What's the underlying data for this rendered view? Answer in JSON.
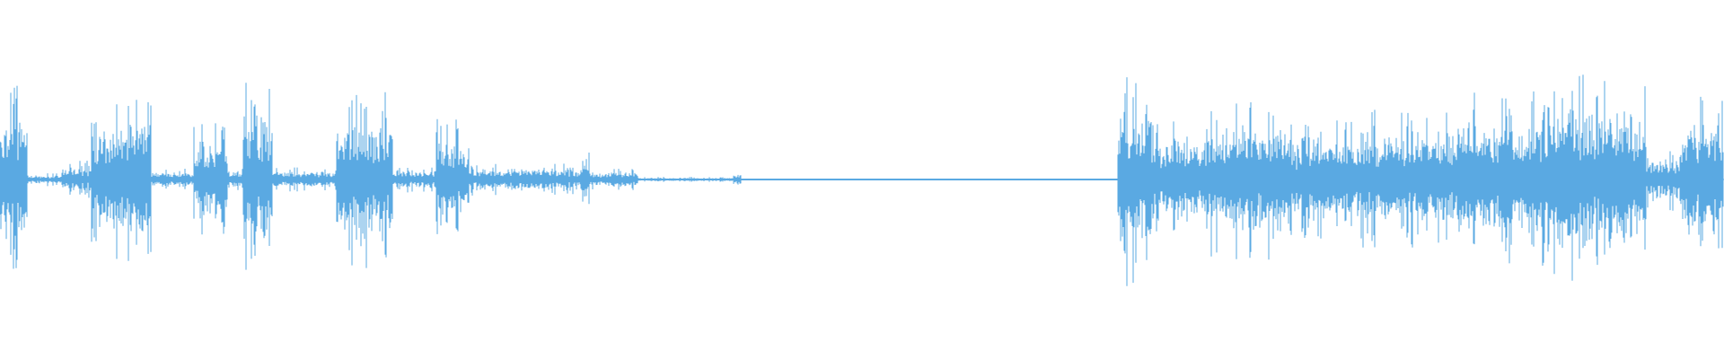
{
  "waveform": {
    "color": "#5aa9e2",
    "background": "#ffffff",
    "duration_px_reference": "full-width",
    "segments": [
      {
        "start": 0.0,
        "end": 0.016,
        "level": 0.7
      },
      {
        "start": 0.016,
        "end": 0.036,
        "level": 0.05
      },
      {
        "start": 0.036,
        "end": 0.053,
        "level": 0.14
      },
      {
        "start": 0.053,
        "end": 0.088,
        "level": 0.62
      },
      {
        "start": 0.088,
        "end": 0.112,
        "level": 0.08
      },
      {
        "start": 0.112,
        "end": 0.132,
        "level": 0.42
      },
      {
        "start": 0.132,
        "end": 0.141,
        "level": 0.08
      },
      {
        "start": 0.141,
        "end": 0.158,
        "level": 0.74
      },
      {
        "start": 0.158,
        "end": 0.195,
        "level": 0.09
      },
      {
        "start": 0.195,
        "end": 0.228,
        "level": 0.66
      },
      {
        "start": 0.228,
        "end": 0.253,
        "level": 0.1
      },
      {
        "start": 0.253,
        "end": 0.272,
        "level": 0.46
      },
      {
        "start": 0.272,
        "end": 0.284,
        "level": 0.12
      },
      {
        "start": 0.284,
        "end": 0.338,
        "level": 0.12
      },
      {
        "start": 0.338,
        "end": 0.342,
        "level": 0.24
      },
      {
        "start": 0.342,
        "end": 0.37,
        "level": 0.08
      },
      {
        "start": 0.37,
        "end": 0.425,
        "level": 0.02
      },
      {
        "start": 0.425,
        "end": 0.43,
        "level": 0.05
      },
      {
        "start": 0.43,
        "end": 0.648,
        "level": 0.006
      },
      {
        "start": 0.648,
        "end": 0.668,
        "level": 0.8
      },
      {
        "start": 0.668,
        "end": 0.7,
        "level": 0.44
      },
      {
        "start": 0.7,
        "end": 0.75,
        "level": 0.6
      },
      {
        "start": 0.75,
        "end": 0.79,
        "level": 0.44
      },
      {
        "start": 0.79,
        "end": 0.845,
        "level": 0.52
      },
      {
        "start": 0.845,
        "end": 0.9,
        "level": 0.66
      },
      {
        "start": 0.9,
        "end": 0.955,
        "level": 0.78
      },
      {
        "start": 0.955,
        "end": 0.975,
        "level": 0.24
      },
      {
        "start": 0.975,
        "end": 1.0,
        "level": 0.62
      }
    ]
  }
}
